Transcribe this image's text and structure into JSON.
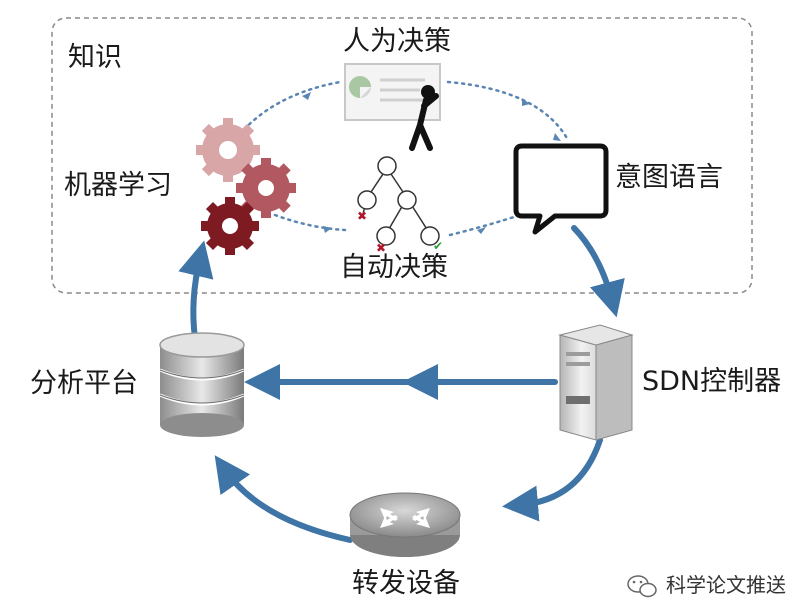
{
  "labels": {
    "knowledge": "知识",
    "human_decision": "人为决策",
    "intent_language": "意图语言",
    "machine_learning": "机器学习",
    "auto_decision": "自动决策",
    "analytics_platform": "分析平台",
    "sdn_controller": "SDN控制器",
    "forwarding_device": "转发设备"
  },
  "watermark": {
    "text": "科学论文推送",
    "icon": "wechat-icon"
  },
  "colors": {
    "main_flow": "#3f74a6",
    "dotted_flow": "#5b86b3",
    "knowledge_border": "#8a8a8a",
    "gear_dark": "#7e1a22",
    "gear_mid": "#b15860",
    "gear_light": "#d9a6a8"
  },
  "icons": {
    "human_decision": "presenter-chart-icon",
    "intent_language": "speech-bubble-icon",
    "machine_learning": "gears-icon",
    "auto_decision": "decision-tree-icon",
    "analytics_platform": "database-icon",
    "sdn_controller": "server-icon",
    "forwarding_device": "router-icon"
  }
}
